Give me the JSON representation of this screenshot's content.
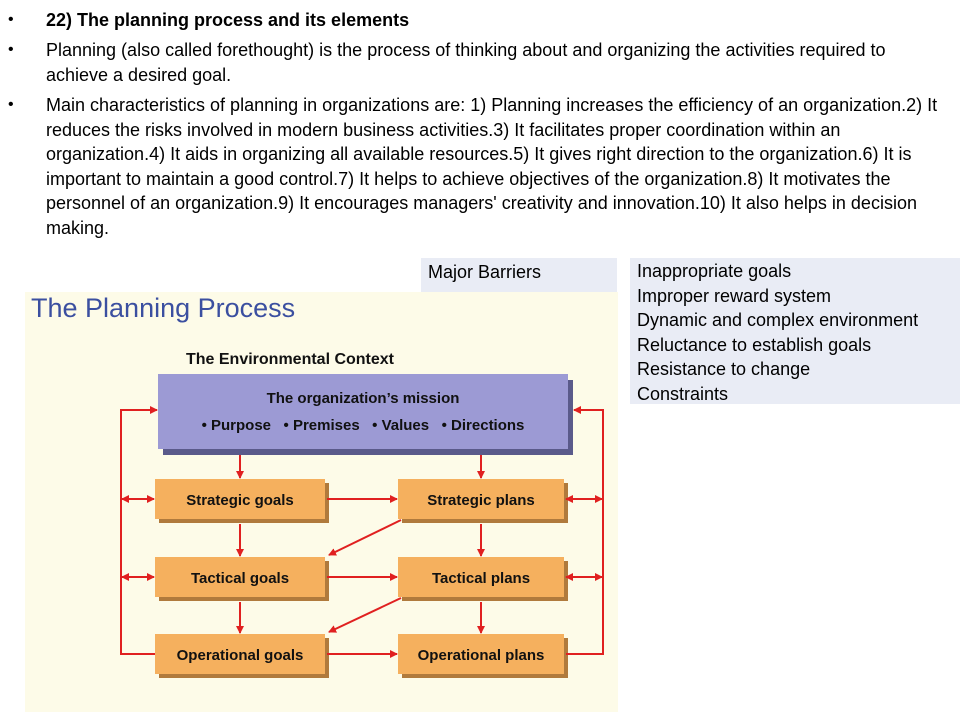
{
  "bullets": [
    {
      "text": "22) The planning process and its elements",
      "bold": true
    },
    {
      "text": "Planning (also called forethought) is the process of thinking about and organizing the activities required to achieve a desired goal.",
      "bold": false
    },
    {
      "text": "Main characteristics of planning in organizations are: 1) Planning increases the efficiency of an organization.2) It reduces the risks involved in modern business activities.3) It facilitates proper coordination within an organization.4) It aids in organizing all available resources.5) It gives right direction to the organization.6) It is important to maintain a good control.7) It helps to achieve objectives of the organization.8) It motivates the personnel of an organization.9) It encourages managers' creativity and innovation.10) It also helps in decision making.",
      "bold": false
    }
  ],
  "barriers": {
    "label": "Major Barriers",
    "items": [
      "Inappropriate goals",
      "Improper reward system",
      "Dynamic and complex environment",
      "Reluctance to establish goals",
      "Resistance to change",
      "Constraints"
    ]
  },
  "diagram": {
    "title": "The Planning Process",
    "context_label": "The Environmental Context",
    "mission": {
      "title": "The organization’s mission",
      "items": "• Purpose   • Premises   • Values   • Directions"
    },
    "goals": [
      "Strategic goals",
      "Tactical goals",
      "Operational goals"
    ],
    "plans": [
      "Strategic plans",
      "Tactical plans",
      "Operational plans"
    ],
    "colors": {
      "background": "#fdfbe8",
      "title": "#3b4fa0",
      "mission_fill": "#9c9ad4",
      "box_fill": "#f5b05e",
      "arrow": "#e02020"
    }
  }
}
